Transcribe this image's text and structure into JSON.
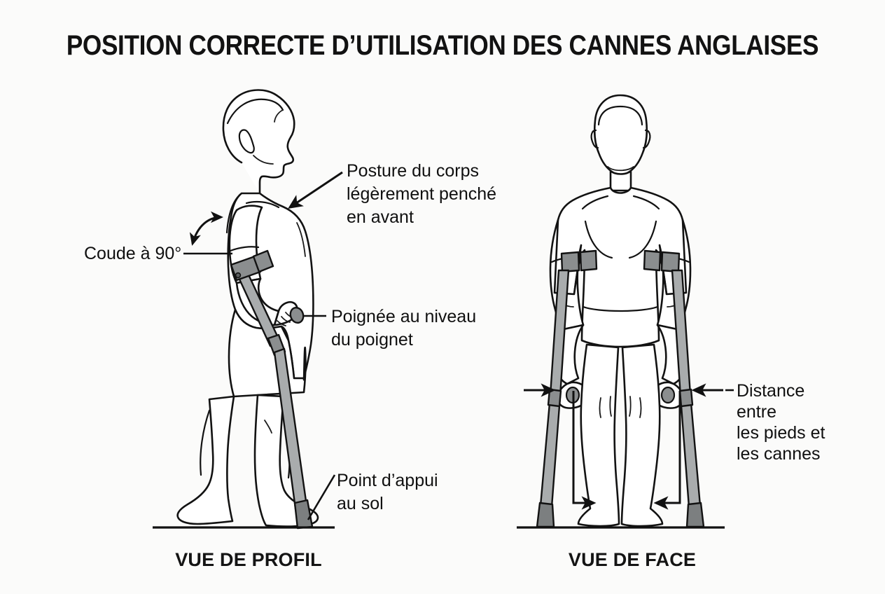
{
  "title": "POSITION CORRECTE D’UTILISATION DES CANNES ANGLAISES",
  "captions": {
    "left": "VUE DE PROFIL",
    "right": "VUE DE FACE"
  },
  "annotations": {
    "posture": {
      "lines": [
        "Posture du corps",
        "légèrement penché",
        "en avant"
      ]
    },
    "elbow": {
      "lines": [
        "Coude à 90°"
      ]
    },
    "handle": {
      "lines": [
        "Poignée au niveau",
        "du poignet"
      ]
    },
    "ground_point": {
      "lines": [
        "Point d’appui",
        "au sol"
      ]
    },
    "distance": {
      "lines": [
        "Distance",
        "entre",
        "les pieds et",
        "les cannes"
      ]
    }
  },
  "colors": {
    "background": "#fbfbfa",
    "ink": "#121212",
    "crutch_shaft": "#a9acad",
    "crutch_part": "#8b8e8f",
    "crutch_tip": "#7c7f80",
    "skin_fill": "#ffffff"
  }
}
